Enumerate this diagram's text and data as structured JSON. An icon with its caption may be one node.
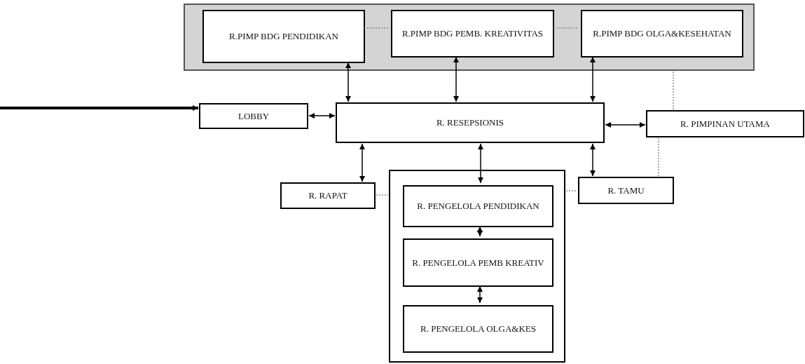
{
  "diagram": {
    "nodes": [
      {
        "text": [],
        "shape": "box"
      },
      {
        "text": [
          "R.PIMP BDG PENDIDIKAN"
        ],
        "in": 0
      },
      {
        "text": [
          "R.PIMP BDG PEMB. KREATIVITAS"
        ],
        "in": 0
      },
      {
        "text": [
          "R.PIMP BDG OLGA&KESEHATAN"
        ],
        "in": 0
      },
      {
        "text": [
          "LOBBY"
        ]
      },
      {
        "text": [
          "R. RESEPSIONIS"
        ]
      },
      {
        "text": [
          "R. PIMPINAN UTAMA"
        ]
      },
      {
        "text": [
          "R. RAPAT"
        ]
      },
      {
        "text": [],
        "shape": "box"
      },
      {
        "text": [
          "R. PENGELOLA PENDIDIKAN"
        ],
        "in": 8
      },
      {
        "text": [
          "R. PENGELOLA PEMB KREATIV"
        ],
        "in": 8
      },
      {
        "text": [
          "R. PENGELOLA OLGA&KES"
        ],
        "in": 8
      },
      {
        "text": [
          "R. TAMU"
        ]
      }
    ],
    "edges": [
      {
        "from": null,
        "to": 4,
        "arrow": "to",
        "style": "thick"
      },
      {
        "from": 4,
        "to": 5,
        "arrow": "both"
      },
      {
        "from": 1,
        "to": 5,
        "arrow": "both"
      },
      {
        "from": 2,
        "to": 5,
        "arrow": "both"
      },
      {
        "from": 3,
        "to": 5,
        "arrow": "both"
      },
      {
        "from": 5,
        "to": 6,
        "arrow": "both"
      },
      {
        "from": 5,
        "to": 7,
        "arrow": "both"
      },
      {
        "from": 5,
        "to": 9,
        "arrow": "both"
      },
      {
        "from": 5,
        "to": 12,
        "arrow": "both"
      },
      {
        "from": 9,
        "to": 10,
        "arrow": "both"
      },
      {
        "from": 10,
        "to": 11,
        "arrow": "both"
      },
      {
        "from": 1,
        "to": 2,
        "arrow": "none",
        "style": "dashed",
        "color": "#888888"
      },
      {
        "from": 2,
        "to": 3,
        "arrow": "none",
        "style": "dashed",
        "color": "#888888"
      },
      {
        "from": 0,
        "to": 6,
        "arrow": "none",
        "style": "dashed",
        "color": "#888888"
      },
      {
        "from": 6,
        "to": 12,
        "arrow": "none",
        "style": "dashed",
        "color": "#888888"
      },
      {
        "from": 7,
        "to": 8,
        "arrow": "none",
        "style": "dashed",
        "color": "#888888"
      },
      {
        "from": 8,
        "to": 12,
        "arrow": "none",
        "style": "dashed",
        "color": "#888888"
      }
    ]
  }
}
